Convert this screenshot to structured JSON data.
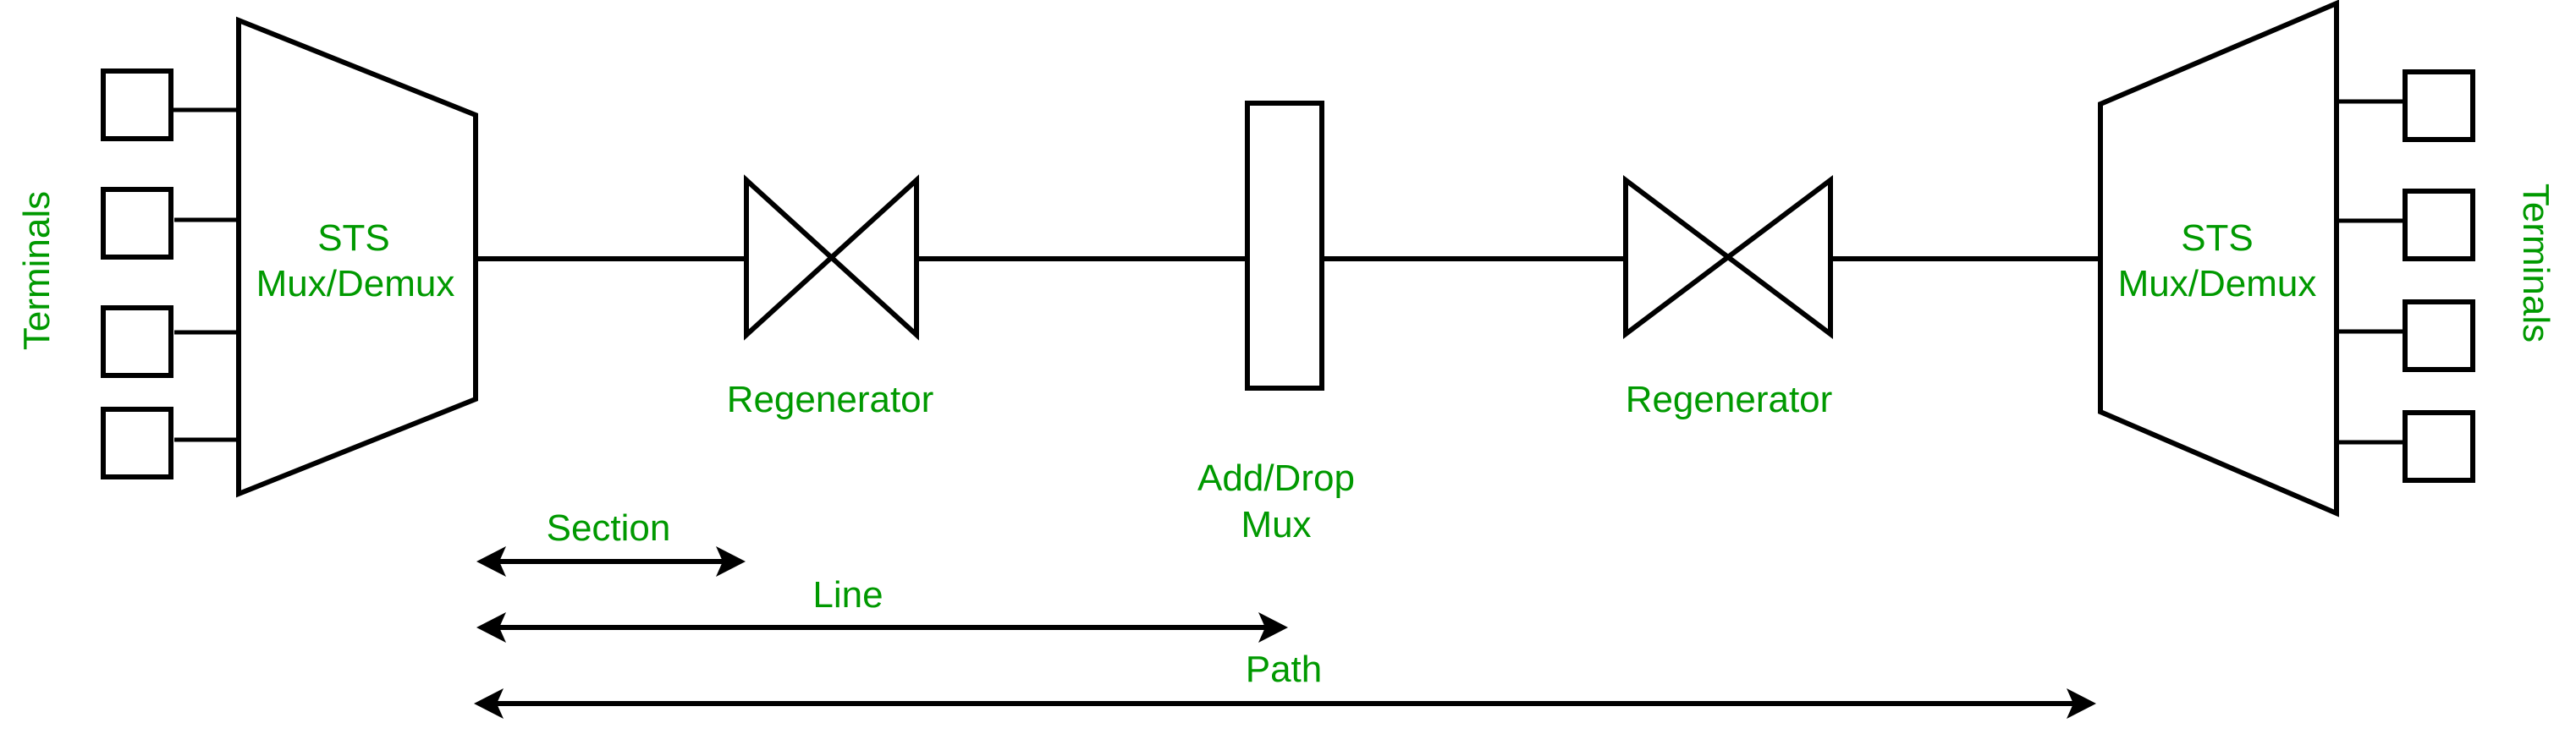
{
  "colors": {
    "label": "#009900",
    "stroke": "#000000",
    "background": "#ffffff"
  },
  "terminals_left": {
    "label": "Terminals",
    "count": 4
  },
  "terminals_right": {
    "label": "Terminals",
    "count": 4
  },
  "mux_left": {
    "line1": "STS",
    "line2": "Mux/Demux"
  },
  "mux_right": {
    "line1": "STS",
    "line2": "Mux/Demux"
  },
  "regenerator_1": {
    "label": "Regenerator"
  },
  "regenerator_2": {
    "label": "Regenerator"
  },
  "add_drop_mux": {
    "line1": "Add/Drop",
    "line2": "Mux"
  },
  "spans": {
    "section": {
      "label": "Section"
    },
    "line": {
      "label": "Line"
    },
    "path": {
      "label": "Path"
    }
  }
}
